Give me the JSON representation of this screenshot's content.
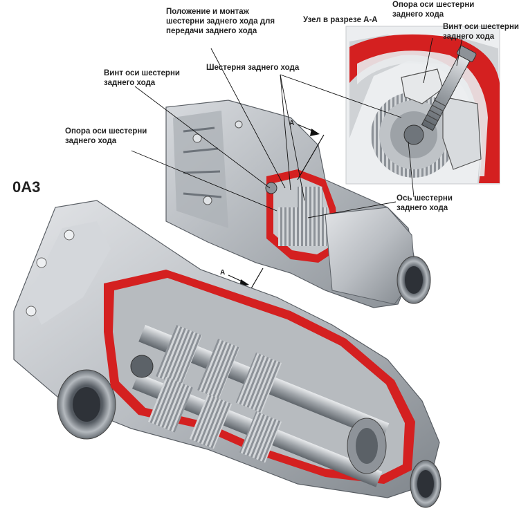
{
  "model_code": "0A3",
  "labels": {
    "position_assembly": "Положение и монтаж\nшестерни заднего хода для\nпередачи заднего хода",
    "section_aa": "Узел в разрезе А-А",
    "support_axis_top": "Опора оси шестерни\nзаднего хода",
    "screw_axis_top": "Винт оси шестерни\nзаднего хода",
    "screw_gear": "Винт оси шестерни\nзаднего хода",
    "reverse_gear": "Шестерня заднего хода",
    "support_axis_left": "Опора оси шестерни\nзаднего хода",
    "axis_gear": "Ось шестерни\nзаднего хода",
    "section_mark_1": "A",
    "section_mark_2": "A"
  },
  "colors": {
    "cutaway_red": "#d42020",
    "housing_light": "#c9ccd0",
    "housing_dark": "#7d8288",
    "metal_mid": "#a3a8ad",
    "line": "#111111"
  }
}
